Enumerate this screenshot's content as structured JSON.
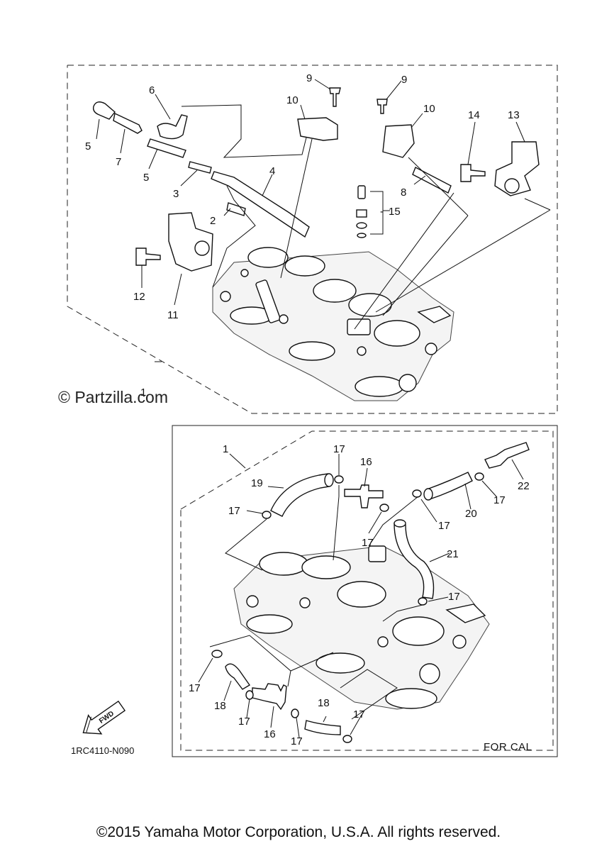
{
  "watermark": "© Partzilla.com",
  "diagram_code": "1RC4110-N090",
  "for_cal_label": "FOR CAL",
  "fwd_label": "FWD",
  "copyright": "©2015 Yamaha Motor Corporation, U.S.A. All rights reserved.",
  "callouts": {
    "upper": {
      "c1": "1",
      "c2": "2",
      "c3": "3",
      "c4": "4",
      "c5a": "5",
      "c5b": "5",
      "c6": "6",
      "c7": "7",
      "c8": "8",
      "c9a": "9",
      "c9b": "9",
      "c10a": "10",
      "c10b": "10",
      "c11": "11",
      "c12": "12",
      "c13": "13",
      "c14": "14",
      "c15": "15"
    },
    "lower": {
      "c1": "1",
      "c16a": "16",
      "c16b": "16",
      "c17a": "17",
      "c17b": "17",
      "c17c": "17",
      "c17d": "17",
      "c17e": "17",
      "c17f": "17",
      "c17g": "17",
      "c17h": "17",
      "c17i": "17",
      "c17j": "17",
      "c18a": "18",
      "c18b": "18",
      "c19": "19",
      "c20": "20",
      "c21": "21",
      "c22": "22"
    }
  }
}
